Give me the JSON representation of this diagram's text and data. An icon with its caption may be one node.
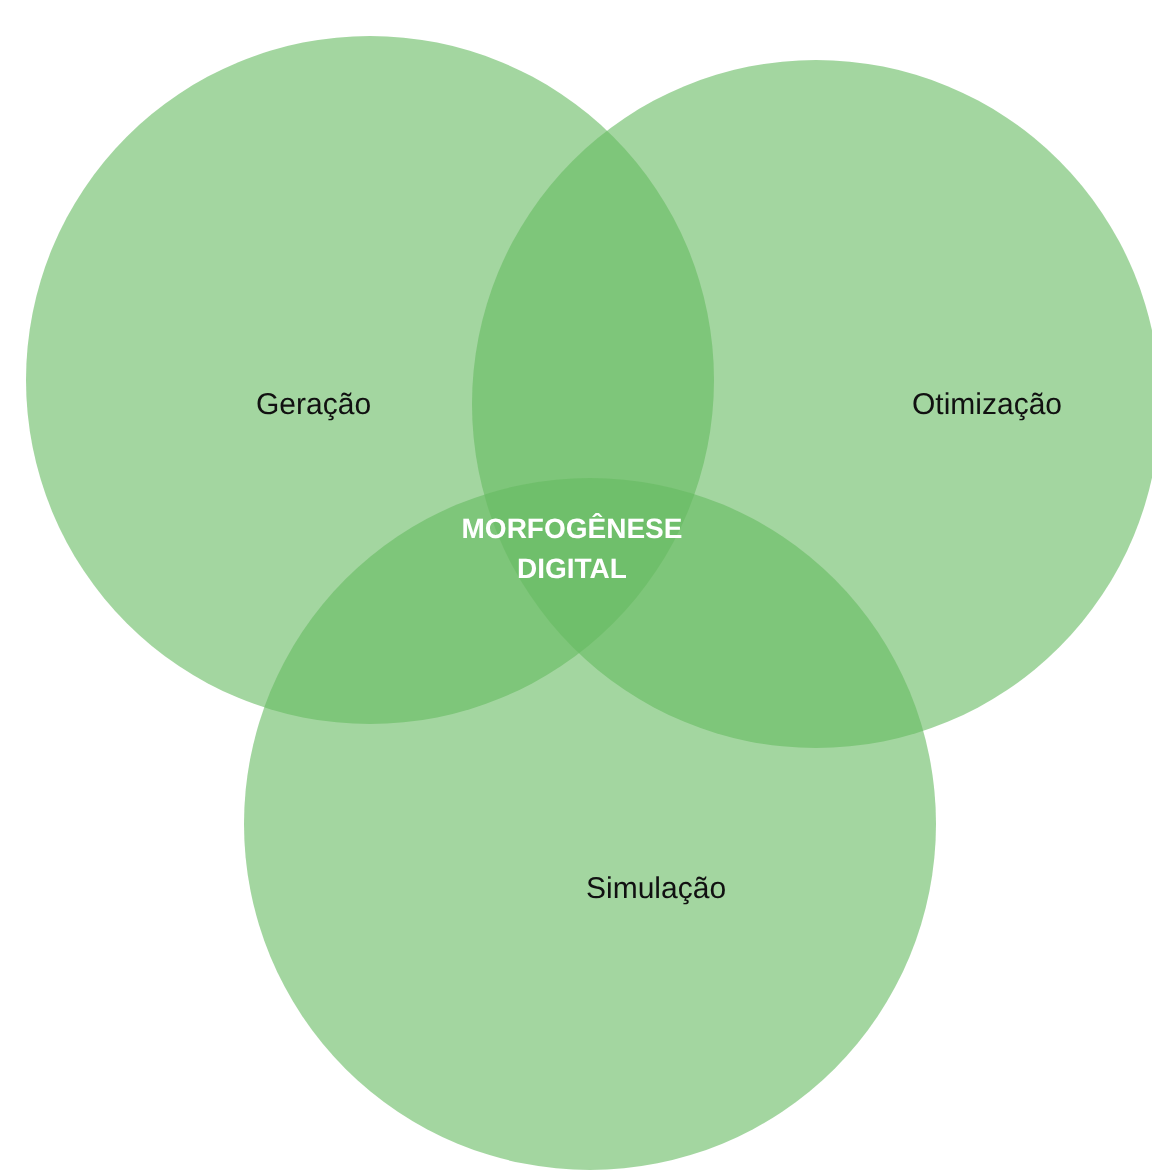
{
  "diagram": {
    "nodes": [
      {
        "text": [
          "Geração"
        ]
      },
      {
        "text": [
          "Otimização"
        ]
      },
      {
        "text": [
          "Simulação"
        ]
      }
    ],
    "edges": [],
    "labels": [
      "MORFOGÊNESE DIGITAL"
    ]
  }
}
